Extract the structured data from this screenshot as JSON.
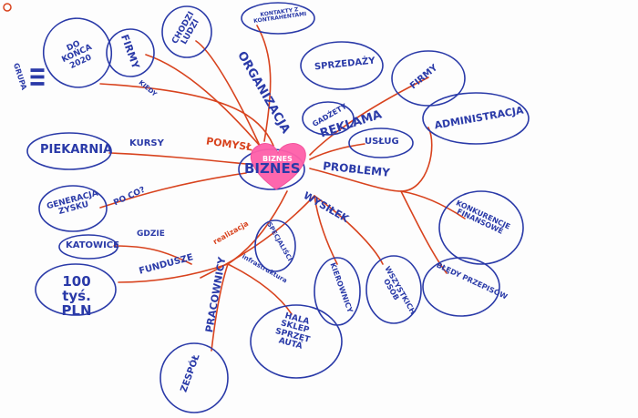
{
  "colors": {
    "ink_blue": "#2a3aa8",
    "ink_red": "#d8431e",
    "heart": "#ff5fa9",
    "board": "#fdfdfd"
  },
  "center": {
    "label": "BIZNES",
    "heart_text": "Biznes"
  },
  "nodes": {
    "grupa": "Grupa",
    "grupa_number": "III",
    "do_konca": "Do końca 2020",
    "firmy_left": "Firmy",
    "kiedy": "Kiedy",
    "chodzi_ludzi": "Chodzi ludzi",
    "kontakty": "Kontakty z kontrahentami",
    "organizacja": "Organizacja",
    "sprzedaz": "Sprzedaży",
    "gadzety": "Gadżety",
    "reklama": "Reklama",
    "firmy_right": "Firmy",
    "uslug": "Usług",
    "administracja": "Administracja",
    "pomysl": "Pomysł",
    "kursy": "Kursy",
    "piekarnia": "Piekarnia",
    "problemy": "Problemy",
    "generacja": "Generacja zysku",
    "po_co": "Po co?",
    "konkurencja": "Konkurencje finansowe",
    "wysilek": "Wysiłek",
    "katowice": "Katowice",
    "gdzie": "Gdzie",
    "realizacja": "Realizacja",
    "infrastruktura": "Infrastruktura",
    "fundusze": "Fundusze",
    "kwota": "100 tyś. PLN",
    "specjalisci": "Specjaliści",
    "kierownicy": "Kierownicy",
    "wszystkich": "Wszystkich osób",
    "bledy": "Błędy przepisów",
    "pracownicy": "Pracownicy",
    "hala": "Hala sklep sprzęt auta",
    "zespol": "Zespół"
  }
}
